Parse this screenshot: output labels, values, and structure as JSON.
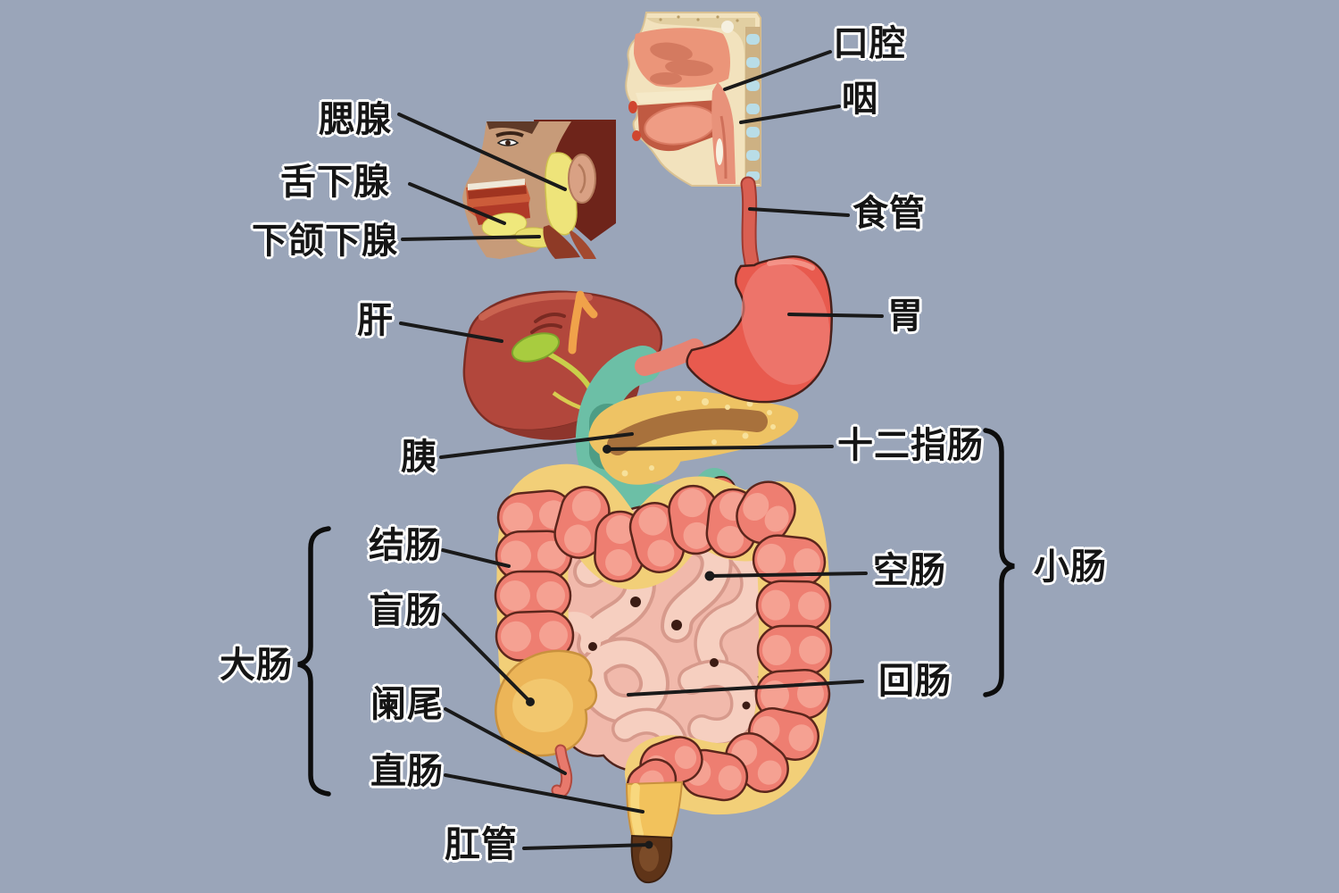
{
  "diagram": {
    "type": "human-digestive-system-anatomy-diagram",
    "background_color": "#9aa5b9",
    "labels": {
      "oral_cavity": "口腔",
      "pharynx": "咽",
      "parotid_gland": "腮腺",
      "sublingual_gland": "舌下腺",
      "submandibular_gland": "下颌下腺",
      "esophagus": "食管",
      "stomach": "胃",
      "liver": "肝",
      "pancreas": "胰",
      "duodenum": "十二指肠",
      "jejunum": "空肠",
      "ileum": "回肠",
      "small_intestine": "小肠",
      "large_intestine": "大肠",
      "colon": "结肠",
      "cecum": "盲肠",
      "appendix": "阑尾",
      "rectum": "直肠",
      "anal_canal": "肛管"
    },
    "colors": {
      "label_text": "#151515",
      "label_outline": "#ffffff",
      "leader_line": "#1a1a1a",
      "stomach": "#e85a4e",
      "esophagus": "#d95f52",
      "liver": "#b2473c",
      "gallbladder": "#a8cc3f",
      "pancreas": "#eec364",
      "duodenum": "#6cbfa6",
      "large_intestine": "#ee7e71",
      "small_intestine": "#f2bcae",
      "mesentery_fat": "#f2cf78",
      "cecum": "#ecb558",
      "rectum": "#f2c25c",
      "anal_canal": "#5f3418",
      "salivary_gland": "#eee47a"
    }
  }
}
